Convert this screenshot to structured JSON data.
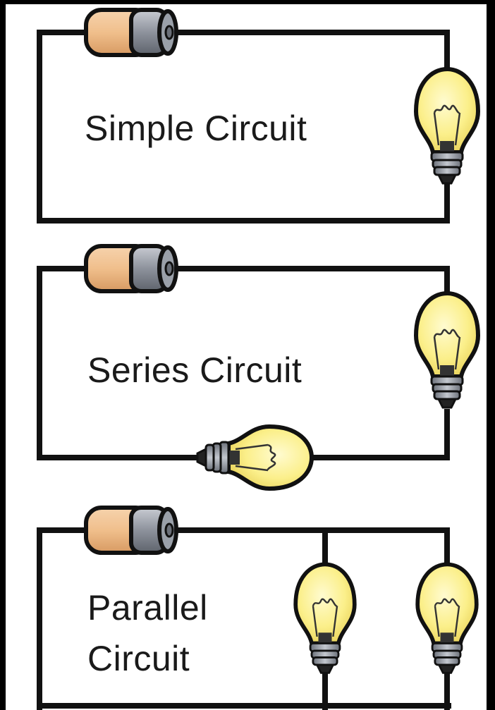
{
  "diagrams": [
    {
      "label_lines": [
        "Simple Circuit"
      ]
    },
    {
      "label_lines": [
        "Series Circuit"
      ]
    },
    {
      "label_lines": [
        "Parallel",
        "Circuit"
      ]
    }
  ],
  "colors": {
    "wire": "#111111",
    "battery_body": "#f0c090",
    "battery_cap": "#8a8f99",
    "bulb_glass": "#fbf08e",
    "bulb_base": "#8a8f99"
  },
  "icons": [
    "battery-icon",
    "light-bulb-icon"
  ]
}
